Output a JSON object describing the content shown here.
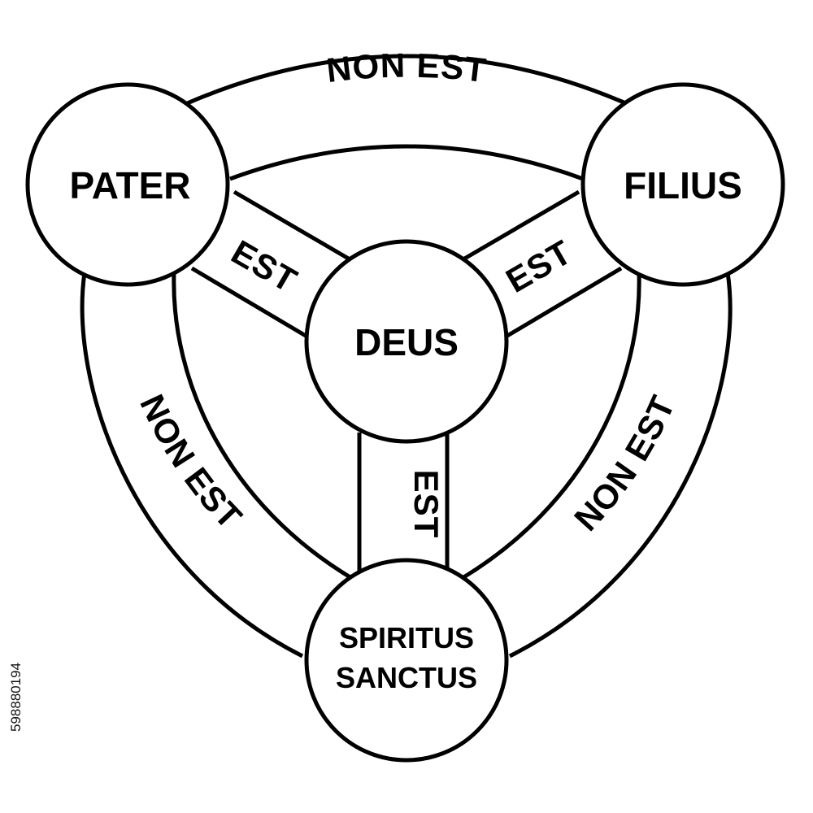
{
  "diagram": {
    "nodes": {
      "pater": "PATER",
      "filius": "FILIUS",
      "deus": "DEUS",
      "spiritus_line1": "SPIRITUS",
      "spiritus_line2": "SANCTUS"
    },
    "edges": {
      "pater_deus": "EST",
      "filius_deus": "EST",
      "spiritus_deus": "EST",
      "pater_filius": "NON EST",
      "pater_spiritus": "NON EST",
      "filius_spiritus": "NON EST"
    }
  },
  "stock_id": "598880194",
  "colors": {
    "stroke": "#000000",
    "fill": "#ffffff"
  }
}
